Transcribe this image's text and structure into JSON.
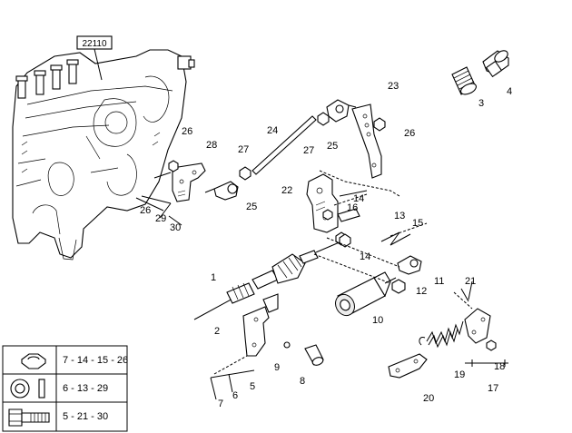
{
  "reference_box": "22110",
  "callouts": {
    "c1": "1",
    "c2": "2",
    "c3": "3",
    "c4": "4",
    "c5": "5",
    "c6": "6",
    "c7": "7",
    "c8": "8",
    "c9": "9",
    "c10": "10",
    "c11": "11",
    "c12": "12",
    "c13": "13",
    "c14a": "14",
    "c14b": "14",
    "c15": "15",
    "c16": "16",
    "c17": "17",
    "c18": "18",
    "c19": "19",
    "c20": "20",
    "c21": "21",
    "c22": "22",
    "c23": "23",
    "c24": "24",
    "c25a": "25",
    "c25b": "25",
    "c26a": "26",
    "c26b": "26",
    "c26c": "26",
    "c27a": "27",
    "c27b": "27",
    "c28": "28",
    "c29": "29",
    "c30": "30"
  },
  "legend": {
    "rows": [
      {
        "icon": "hex-nut-icon",
        "text": "7 - 14 - 15 - 26"
      },
      {
        "icon": "washer-icon",
        "text": "6 - 13 - 29"
      },
      {
        "icon": "bolt-icon",
        "text": "5 - 21 - 30"
      }
    ]
  }
}
